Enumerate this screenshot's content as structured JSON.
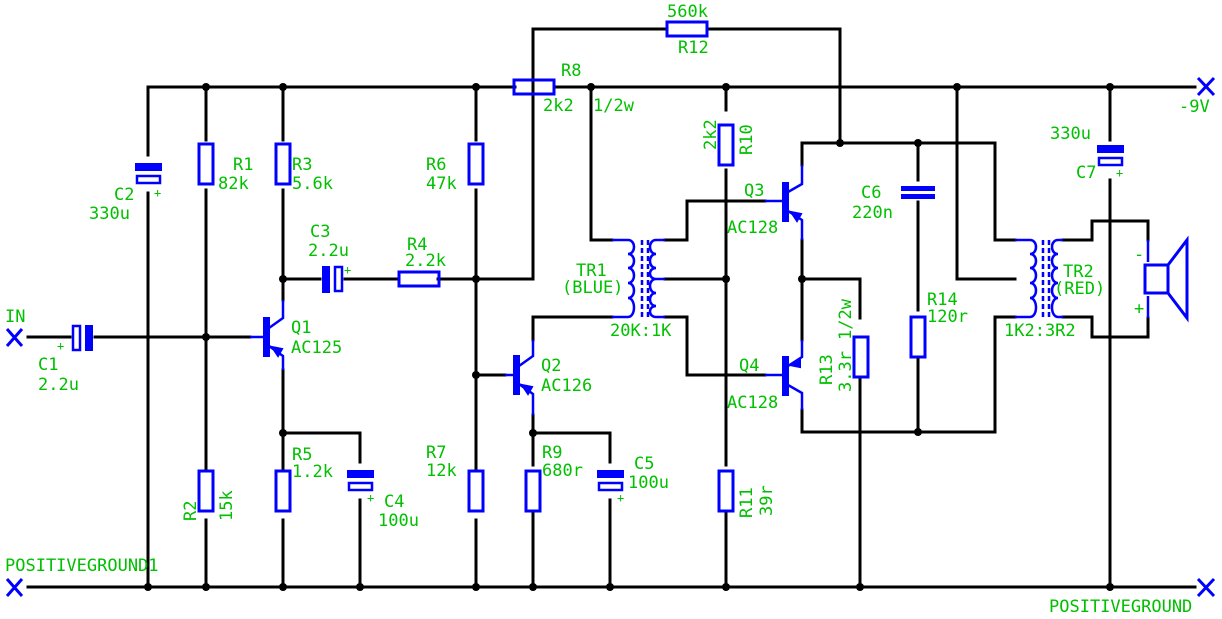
{
  "title": "AC125/AC126/AC128 push-pull transformer-coupled audio amplifier schematic",
  "colors": {
    "wire": "#000000",
    "component": "#0000ff",
    "label": "#00c000",
    "background": "#ffffff"
  },
  "ports": {
    "in": "IN",
    "supply": "-9V",
    "ground_left": "POSITIVEGROUND1",
    "ground_right": "POSITIVEGROUND"
  },
  "resistors": {
    "R1": {
      "ref": "R1",
      "value": "82k"
    },
    "R2": {
      "ref": "R2",
      "value": "15k"
    },
    "R3": {
      "ref": "R3",
      "value": "5.6k"
    },
    "R4": {
      "ref": "R4",
      "value": "2.2k"
    },
    "R5": {
      "ref": "R5",
      "value": "1.2k"
    },
    "R6": {
      "ref": "R6",
      "value": "47k"
    },
    "R7": {
      "ref": "R7",
      "value": "12k"
    },
    "R8": {
      "ref": "R8",
      "value": "2k2",
      "rating": "1/2w"
    },
    "R9": {
      "ref": "R9",
      "value": "680r"
    },
    "R10": {
      "ref": "R10",
      "value": "2k2"
    },
    "R11": {
      "ref": "R11",
      "value": "39r"
    },
    "R12": {
      "ref": "R12",
      "value": "560k"
    },
    "R13": {
      "ref": "R13",
      "value": "3.3r",
      "rating": "1/2w"
    },
    "R14": {
      "ref": "R14",
      "value": "120r"
    }
  },
  "capacitors": {
    "C1": {
      "ref": "C1",
      "value": "2.2u"
    },
    "C2": {
      "ref": "C2",
      "value": "330u"
    },
    "C3": {
      "ref": "C3",
      "value": "2.2u"
    },
    "C4": {
      "ref": "C4",
      "value": "100u"
    },
    "C5": {
      "ref": "C5",
      "value": "100u"
    },
    "C6": {
      "ref": "C6",
      "value": "220n"
    },
    "C7": {
      "ref": "C7",
      "value": "330u"
    }
  },
  "transistors": {
    "Q1": {
      "ref": "Q1",
      "part": "AC125"
    },
    "Q2": {
      "ref": "Q2",
      "part": "AC126"
    },
    "Q3": {
      "ref": "Q3",
      "part": "AC128"
    },
    "Q4": {
      "ref": "Q4",
      "part": "AC128"
    }
  },
  "transformers": {
    "TR1": {
      "ref": "TR1",
      "color": "(BLUE)",
      "ratio": "20K:1K"
    },
    "TR2": {
      "ref": "TR2",
      "color": "(RED)",
      "ratio": "1K2:3R2"
    }
  },
  "speaker": {
    "minus": "-",
    "plus": "+"
  },
  "polarity": {
    "plus": "+"
  }
}
